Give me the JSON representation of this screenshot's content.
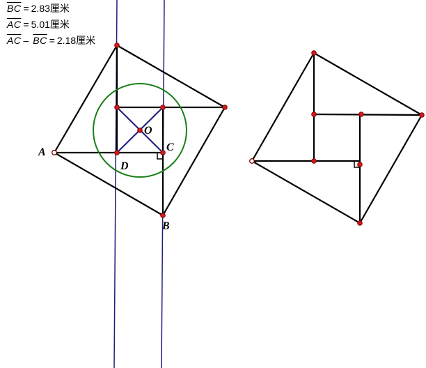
{
  "measurements": [
    {
      "segment": "BC",
      "eq": "=",
      "value": "2.83",
      "unit": "厘米"
    },
    {
      "segment": "AC",
      "eq": "=",
      "value": "5.01",
      "unit": "厘米"
    },
    {
      "segment_a": "AC",
      "minus": "–",
      "segment_b": "BC",
      "eq": "=",
      "value": "2.18",
      "unit": "厘米"
    }
  ],
  "labels": {
    "A": "A",
    "B": "B",
    "C": "C",
    "D": "D",
    "O": "O"
  },
  "colors": {
    "edge": "#000000",
    "vertical_line": "#1c1c80",
    "circle": "#1a7f1a",
    "diagonal": "#1c1c80",
    "point_fill": "#d91b1b",
    "point_stroke": "#7a0000"
  }
}
